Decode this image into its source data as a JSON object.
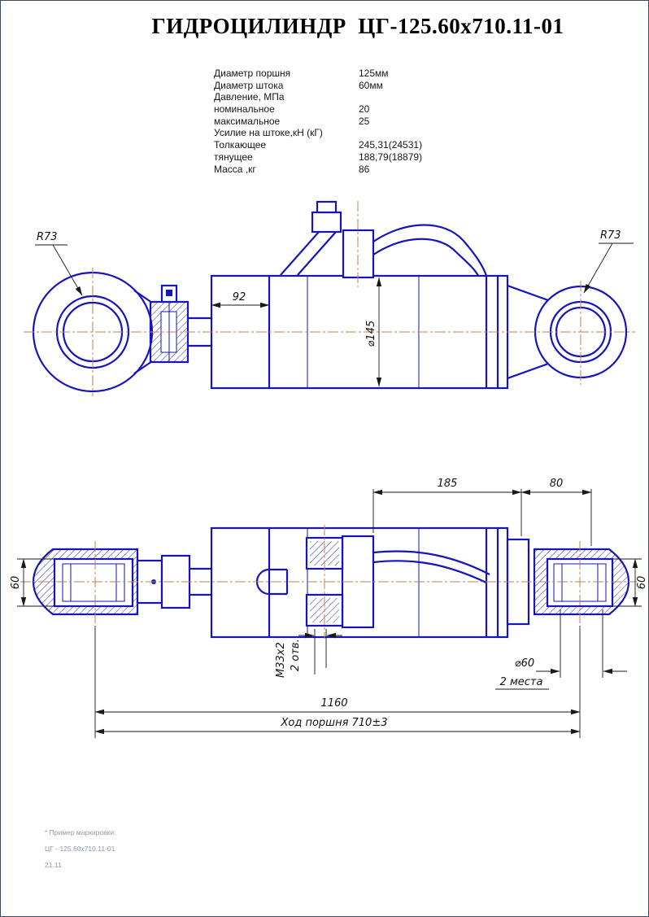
{
  "title": "ГИДРОЦИЛИНДР  ЦГ-125.60х710.11-01",
  "specs": [
    {
      "label": "Диаметр поршня",
      "value": "125мм"
    },
    {
      "label": "Диаметр штока",
      "value": "60мм"
    },
    {
      "label": "Давление, МПа",
      "value": ""
    },
    {
      "label": "номинальное",
      "value": "20"
    },
    {
      "label": "максимальное",
      "value": "25"
    },
    {
      "label": "Усилие на штоке,кН (кГ)",
      "value": ""
    },
    {
      "label": "Толкающее",
      "value": "245,31(24531)"
    },
    {
      "label": "тянущее",
      "value": "188,79(18879)"
    },
    {
      "label": "Масса ,кг",
      "value": "86"
    }
  ],
  "top_view": {
    "r73_left": "R73",
    "r73_right": "R73",
    "dim_92": "92",
    "dia_145": "⌀145"
  },
  "bottom_view": {
    "dim_185": "185",
    "dim_80": "80",
    "dim_60_left": "60",
    "dim_60_right": "60",
    "thread_label": "М33х2",
    "holes_label": "2 отв.",
    "dia_60": "⌀60",
    "places_label": "2 места",
    "dim_1160": "1160",
    "stroke_label": "Ход поршня 710±3"
  },
  "footer": {
    "line1": "* Пример маркировки:",
    "line2": "ЦГ - 125.60х710.11-01",
    "line3": "21.11"
  },
  "colors": {
    "outline": "#1515bb",
    "centerline": "#c97f4f",
    "dimension": "#1a1a1a"
  }
}
